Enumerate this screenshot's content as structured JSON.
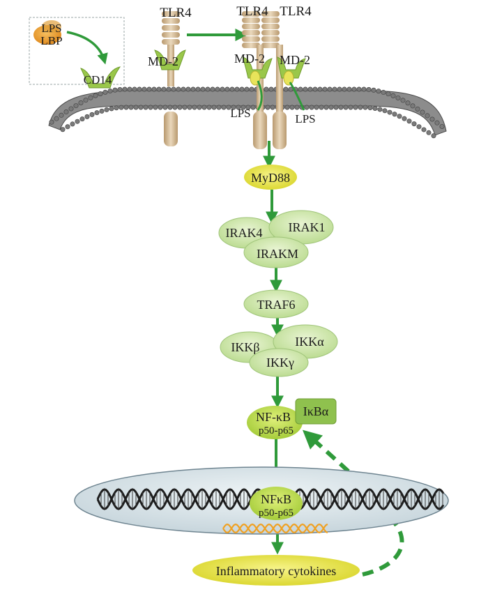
{
  "labels": {
    "lps_box": "LPS",
    "lbp_box": "LBP",
    "cd14": "CD14",
    "tlr4_left": "TLR4",
    "md2_left": "MD-2",
    "tlr4_mid": "TLR4",
    "tlr4_right": "TLR4",
    "md2_mid": "MD-2",
    "md2_right": "MD-2",
    "lps_mid": "LPS",
    "lps_right": "LPS",
    "myd88": "MyD88",
    "irak4": "IRAK4",
    "irak1": "IRAK1",
    "irakm": "IRAKM",
    "traf6": "TRAF6",
    "ikkb": "IKKβ",
    "ikka": "IKKα",
    "ikkg": "IKKγ",
    "nfkb_top": "NF-κB",
    "p50p65_top": "p50-p65",
    "ikba": "IκBα",
    "nfkb_nuc": "NFκB",
    "p50p65_nuc": "p50-p65",
    "cytokines": "Inflammatory cytokines"
  },
  "colors": {
    "arrow": "#2f9a3a",
    "node_fill": "#cfe6a7",
    "node_stroke": "#9fc479",
    "myd88_fill": "#ecea5a",
    "nfkb_fill": "#b8d84a",
    "ikba_fill": "#8fc14e",
    "nucleus_fill": "#d9e5ea",
    "nucleus_stroke": "#6e8490",
    "dna": "#1c1c1c",
    "receptor": "#cfb593",
    "md2": "#9ac74a",
    "membrane": "#6a6a6a"
  }
}
